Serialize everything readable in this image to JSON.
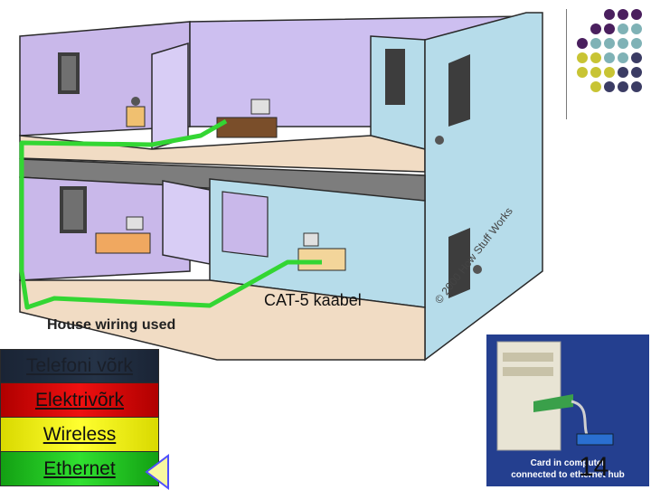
{
  "diagram": {
    "cable_label": "CAT-5 kaabel",
    "caption": "House wiring used",
    "copyright": "© 2000 How Stuff Works"
  },
  "legend": {
    "items": [
      {
        "label": "Telefoni võrk",
        "color": "#1f2a3d"
      },
      {
        "label": "Elektrivõrk",
        "color": "#e81212"
      },
      {
        "label": "Wireless",
        "color": "#ffff1a"
      },
      {
        "label": "Ethernet",
        "color": "#25d025"
      }
    ]
  },
  "photo": {
    "caption_line1": "Card in computer",
    "caption_line2": "connected to ethernet hub"
  },
  "slide": {
    "page_number": "14"
  },
  "colors": {
    "wall_purple": "#c9b8ea",
    "wall_blue": "#b6dcea",
    "floor": "#f1dcc4",
    "slab": "#7d7d7d",
    "cable_green": "#33d633",
    "dot_purple": "#4a1f5e",
    "dot_teal": "#7fb2b6",
    "dot_olive": "#c8c434",
    "dot_navy": "#3b3c64"
  }
}
